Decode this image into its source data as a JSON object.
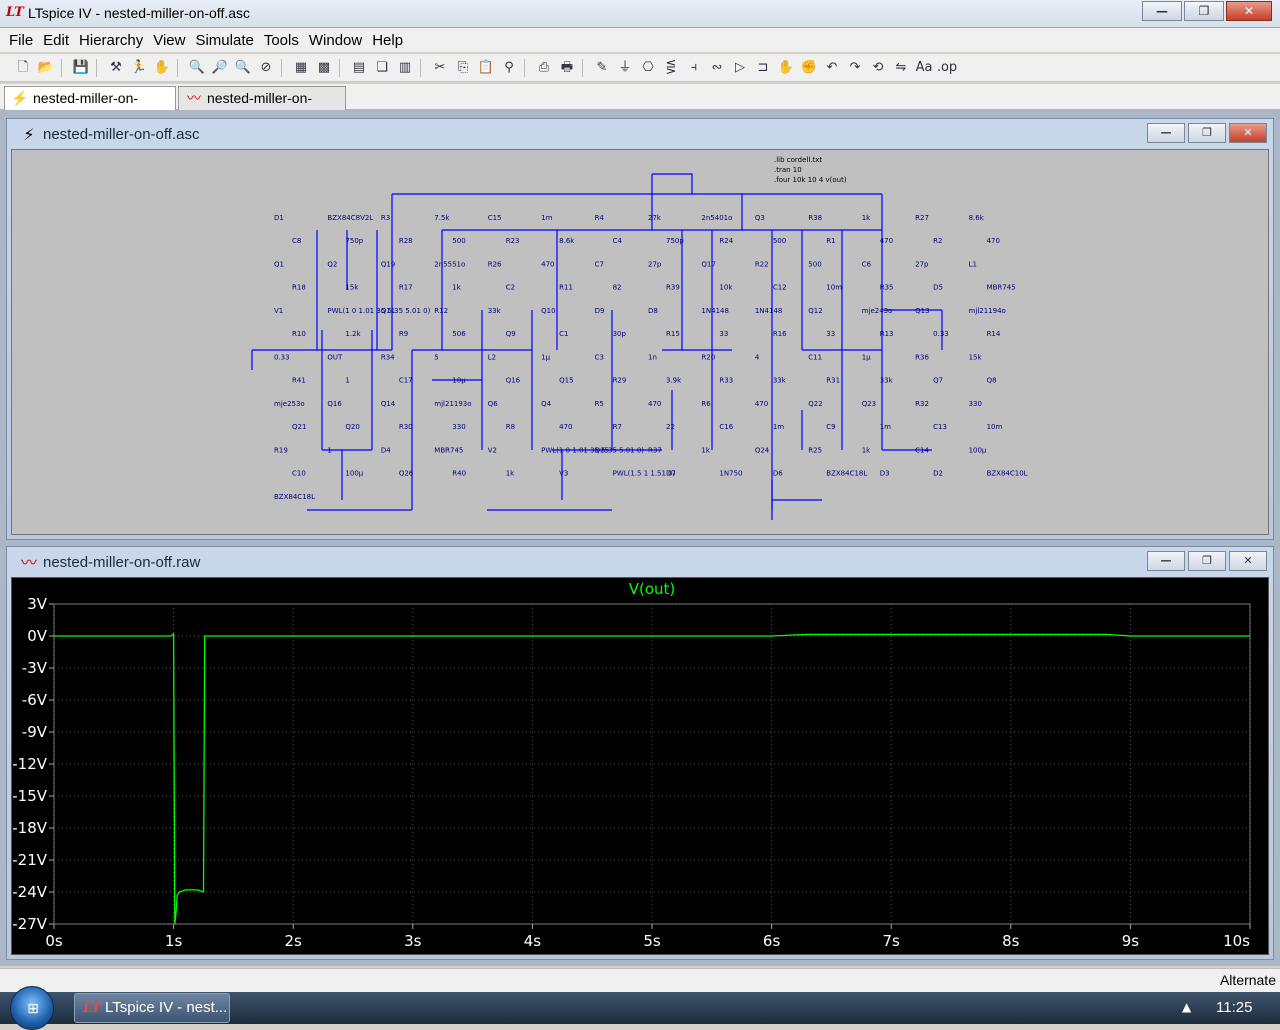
{
  "window": {
    "title": "LTspice IV - nested-miller-on-off.asc",
    "app_icon": "ltspice-logo-icon",
    "buttons": [
      "minimize",
      "maximize",
      "close"
    ]
  },
  "menu": [
    "File",
    "Edit",
    "Hierarchy",
    "View",
    "Simulate",
    "Tools",
    "Window",
    "Help"
  ],
  "toolbar": {
    "icons": [
      "new-schematic-icon",
      "open-icon",
      "save-icon",
      "control-panel-icon",
      "run-icon",
      "pause-icon",
      "zoom-in-icon",
      "zoom-in-disabled-icon",
      "zoom-out-icon",
      "zoom-cancel-icon",
      "autorange-icon",
      "grid-icon",
      "tile-horizontal-icon",
      "cascade-icon",
      "tile-vertical-icon",
      "cut-icon",
      "copy-icon",
      "paste-icon",
      "find-icon",
      "print-setup-icon",
      "print-icon",
      "wire-icon",
      "ground-icon",
      "label-icon",
      "resistor-icon",
      "capacitor-icon",
      "inductor-icon",
      "diode-icon",
      "component-icon",
      "move-icon",
      "drag-icon",
      "undo-icon",
      "redo-icon",
      "rotate-icon",
      "mirror-icon",
      "text-icon",
      "spice-directive-icon"
    ]
  },
  "tabs": [
    {
      "label": "nested-miller-on-off.asc",
      "active": true,
      "icon": "schematic-icon"
    },
    {
      "label": "nested-miller-on-off.raw",
      "active": false,
      "icon": "waveform-icon"
    }
  ],
  "schematic_window": {
    "title": "nested-miller-on-off.asc",
    "directives": [
      ".lib cordell.txt",
      ".tran 10",
      ".four 10k 10 4 v(out)"
    ],
    "labels": [
      "D1",
      "BZX84C8V2L",
      "R3",
      "7.5k",
      "C15",
      "1m",
      "R4",
      "27k",
      "2n5401o",
      "Q3",
      "R38",
      "1k",
      "R27",
      "8.6k",
      "C8",
      "750p",
      "R28",
      "500",
      "R23",
      "8.6k",
      "C4",
      "750p",
      "R24",
      "500",
      "R1",
      "470",
      "R2",
      "470",
      "Q1",
      "Q2",
      "Q19",
      "2n5551o",
      "R26",
      "470",
      "C7",
      "27p",
      "Q17",
      "R22",
      "500",
      "C6",
      "27p",
      "L1",
      "R18",
      "15k",
      "R17",
      "1k",
      "C2",
      "R11",
      "82",
      "R39",
      "10k",
      "C12",
      "10m",
      "R35",
      "D5",
      "MBR745",
      "V1",
      "PWL(1 0 1.01 35 5 35 5.01 0)",
      "Q11",
      "R12",
      "33k",
      "Q10",
      "D9",
      "D8",
      "1N4148",
      "1N4148",
      "Q12",
      "mje243o",
      "Q13",
      "mjl21194o",
      "R10",
      "1.2k",
      "R9",
      "506",
      "Q9",
      "C1",
      "30p",
      "R15",
      "33",
      "R16",
      "33",
      "R13",
      "0.33",
      "R14",
      "0.33",
      "OUT",
      "R34",
      "5",
      "L2",
      "1μ",
      "C3",
      "1n",
      "R20",
      "4",
      "C11",
      "1μ",
      "R36",
      "15k",
      "R41",
      "1",
      "C17",
      "10μ",
      "Q16",
      "Q15",
      "R29",
      "3.9k",
      "R33",
      "33k",
      "R31",
      "33k",
      "Q7",
      "Q8",
      "mje253o",
      "Q16",
      "Q14",
      "mjl21193o",
      "Q6",
      "Q4",
      "R5",
      "470",
      "R6",
      "470",
      "Q22",
      "Q23",
      "R32",
      "330",
      "Q21",
      "Q20",
      "R30",
      "330",
      "R8",
      "470",
      "R7",
      "22",
      "C16",
      "1m",
      "C9",
      "1m",
      "C13",
      "10m",
      "R19",
      "1",
      "D4",
      "MBR745",
      "V2",
      "PWL(1 0 1.01 35 5 35 5.01 0)",
      "Q25",
      "R37",
      "1k",
      "Q24",
      "R25",
      "1k",
      "C14",
      "100μ",
      "C10",
      "100μ",
      "Q26",
      "R40",
      "1k",
      "V3",
      "PWL(1.5 1 1.51 0)",
      "D7",
      "1N750",
      "D6",
      "BZX84C18L",
      "D3",
      "D2",
      "BZX84C10L",
      "BZX84C18L"
    ]
  },
  "waveform_window": {
    "title": "nested-miller-on-off.raw"
  },
  "chart_data": {
    "type": "line",
    "title": "V(out)",
    "xlabel": "",
    "ylabel": "",
    "x_ticks": [
      "0s",
      "1s",
      "2s",
      "3s",
      "4s",
      "5s",
      "6s",
      "7s",
      "8s",
      "9s",
      "10s"
    ],
    "y_ticks": [
      "3V",
      "0V",
      "-3V",
      "-6V",
      "-9V",
      "-12V",
      "-15V",
      "-18V",
      "-21V",
      "-24V",
      "-27V"
    ],
    "xlim": [
      0,
      10
    ],
    "ylim": [
      -27,
      3
    ],
    "grid": true,
    "series": [
      {
        "name": "V(out)",
        "color": "#00ff00",
        "x": [
          0,
          0.98,
          1.0,
          1.01,
          1.02,
          1.03,
          1.05,
          1.1,
          1.2,
          1.25,
          1.26,
          1.3,
          6.0,
          6.3,
          7.0,
          8.0,
          8.8,
          9.0,
          10.0
        ],
        "y": [
          0,
          0,
          0.2,
          -27,
          -26,
          -24.3,
          -24.0,
          -23.8,
          -23.8,
          -24.0,
          0,
          0,
          0,
          0.15,
          0.15,
          0.15,
          0.15,
          0,
          0
        ]
      }
    ]
  },
  "status": {
    "right_text": "Alternate"
  },
  "taskbar": {
    "item_label": "LTspice IV - nest...",
    "clock": "11:25"
  },
  "colors": {
    "trace": "#00ff00",
    "schematic_wire": "#0000ff",
    "schematic_bg": "#c0c0c0",
    "plot_bg": "#000000",
    "axis_text": "#ffffff"
  }
}
